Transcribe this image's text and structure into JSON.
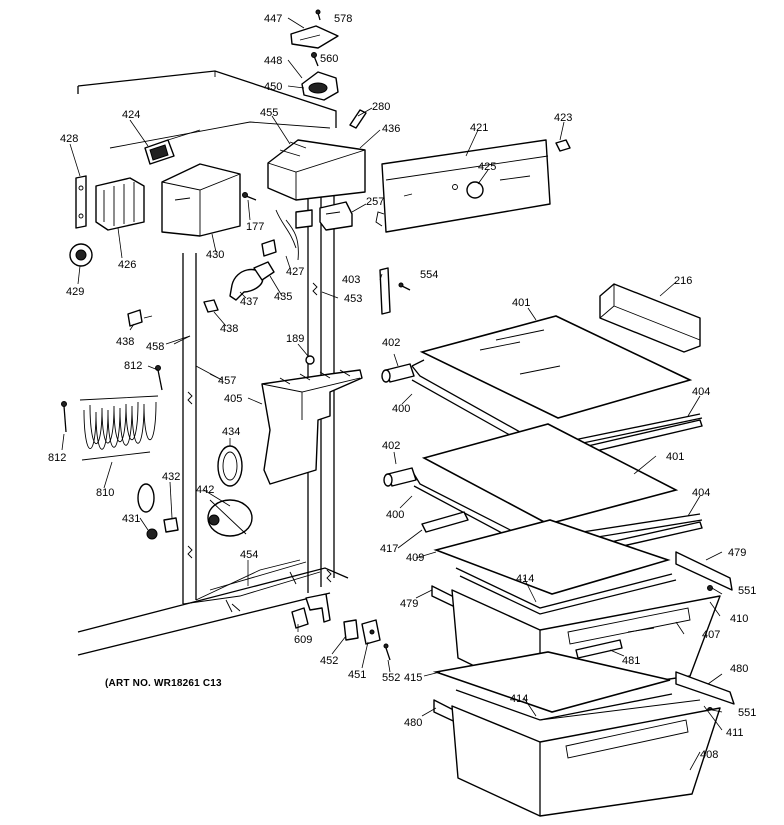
{
  "art_number": "(ART NO. WR18261 C13",
  "part_labels": {
    "p447": "447",
    "p578": "578",
    "p448": "448",
    "p560": "560",
    "p450": "450",
    "p280": "280",
    "p455": "455",
    "p436": "436",
    "p421": "421",
    "p423": "423",
    "p424": "424",
    "p428": "428",
    "p425": "425",
    "p257": "257",
    "p177": "177",
    "p426": "426",
    "p430": "430",
    "p427": "427",
    "p403": "403",
    "p554": "554",
    "p216": "216",
    "p429": "429",
    "p437": "437",
    "p435": "435",
    "p453": "453",
    "p401a": "401",
    "p438a": "438",
    "p438b": "438",
    "p458": "458",
    "p189": "189",
    "p402a": "402",
    "p812a": "812",
    "p457": "457",
    "p405": "405",
    "p400a": "400",
    "p404a": "404",
    "p434": "434",
    "p812b": "812",
    "p402b": "402",
    "p401b": "401",
    "p432": "432",
    "p442": "442",
    "p810": "810",
    "p400b": "400",
    "p404b": "404",
    "p431": "431",
    "p417": "417",
    "p409": "409",
    "p479a": "479",
    "p454": "454",
    "p414a": "414",
    "p551a": "551",
    "p479b": "479",
    "p410": "410",
    "p609": "609",
    "p407": "407",
    "p452": "452",
    "p451": "451",
    "p481": "481",
    "p552": "552",
    "p415": "415",
    "p480a": "480",
    "p414b": "414",
    "p551b": "551",
    "p480b": "480",
    "p411": "411",
    "p408": "408"
  }
}
